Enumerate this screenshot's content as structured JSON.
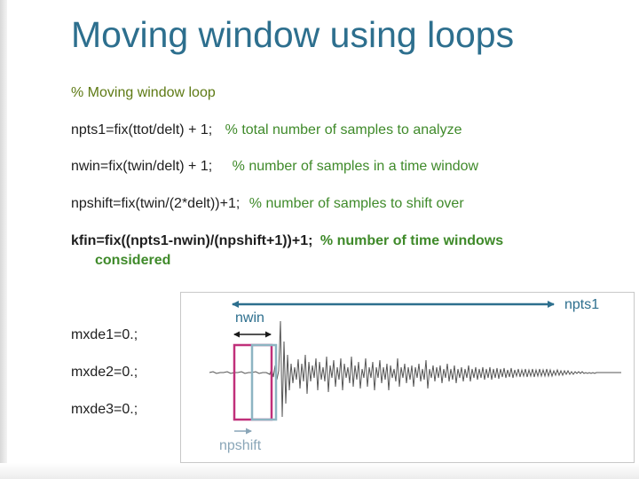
{
  "slide": {
    "title": "Moving window using loops"
  },
  "code": {
    "header_comment": "%   Moving window loop",
    "line1_code": "npts1=fix(ttot/delt) + 1;",
    "line1_comment": "%  total number of samples to analyze",
    "line2_code": "nwin=fix(twin/delt) + 1;",
    "line2_comment": "%  number of samples in a time window",
    "line3_code": "npshift=fix(twin/(2*delt))+1;",
    "line3_comment": "% number of samples to shift over",
    "line4_code": "kfin=fix((npts1-nwin)/(npshift+1))+1;",
    "line4_comment": "% number of time windows",
    "line4_comment_cont": "considered",
    "line5_code": "mxde1=0.;",
    "line6_code": "mxde2=0.;",
    "line7_code": "mxde3=0.;"
  },
  "figure": {
    "npts1_label": "npts1",
    "nwin_label": "nwin",
    "npshift_label": "npshift",
    "colors": {
      "npts1_arrow": "#2d6f8e",
      "nwin_arrow": "#1a1a1a",
      "window1": "#c0307a",
      "window2": "#8db4c2",
      "npshift_arrow": "#8aa6b8",
      "signal": "#555555"
    }
  }
}
